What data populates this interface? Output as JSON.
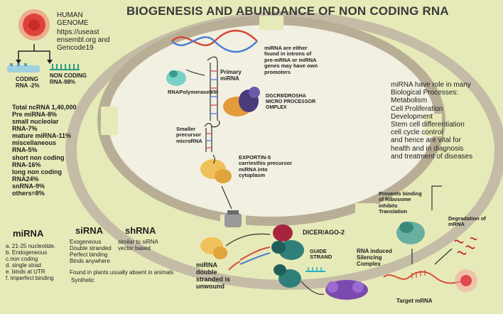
{
  "title": "BIOGENESIS AND ABUNDANCE OF NON CODING RNA",
  "genome": {
    "name": "HUMAN\nGENOME",
    "source": "https://useast\nensembl.org and\nGencode19",
    "coding": "CODING\nRNA -2%",
    "noncoding": "NON CODING\nRNA-98%"
  },
  "abundance": "Total ncRNA 1,40,000\nPre miRNA-8%\nsmall nucleolar\nRNA-7%\nmature miRNA-11%\nmiscellaneous\nRNA-5%\nshort non coding\nRNA-16%\nlong non coding\nRNA24%\nsnRNA-9%\nothers=8%",
  "pathway": {
    "intron_note": "miRNA are either\nfound in introns of\npre-mRNA or miRNA\ngenes may have own\npromoters",
    "polymerase": "RNAPolymeraseII/III",
    "primary": "Primary\nmiRNA",
    "dgcr8": "DGCR8/DROSHA\nMICRO PROCESSOR\nOMPLEX",
    "smaller": "Smaller\nprecursor\nmicroRNA",
    "exportin": "EXPORTIN-5\ncarriesthis precursor\nmiRNA into\ncytoplasm",
    "dicer": "DICER/AGO-2",
    "unwound": "miRNA\ndouble\nstranded is\nunwound",
    "guide": "GUIDE\nSTRAND",
    "risc": "RNA induced\nSilencing\nComplex",
    "target": "Target mRNA",
    "prevents": "Prevents binding\nof Ribosome\ninhibits\nTranslation",
    "degradation": "Degradation of\nmRNA"
  },
  "roles": "miRNA have role in many\nBiological Processes:\nMetabolism\nCell Proliferation\nDevelopment\nStem cell differentiation\ncell cycle control\nand hence are vital for\nhealth and in diagnosis\nand treatment of diseases",
  "comparison": {
    "mirna_head": "miRNA",
    "mirna_items": "a. 21-25 nucleotide.\nb. Endogeneous\nc.non coding\nd. single strad\ne. binds at UTR\nf. imperfect binding",
    "sirna_head": "siRNA",
    "sirna_items": "Exogeneous\nDouble stranded\nPerfect binding\nBinds anywhere",
    "shrna_head": "shRNA",
    "shrna_items": "similar to siRNA\nvector based",
    "shared_note": "Found in plants usually absent in animals",
    "synthetic": "Synthetic"
  },
  "colors": {
    "background": "#e6eab8",
    "cell_ring": "#bdb49e",
    "nucleus": "#f4f2e4",
    "genome_red": "#e0423a",
    "dicer_red": "#a8243e",
    "teal": "#2f7f7a",
    "purple": "#7a4ab0",
    "orange": "#e8a33a"
  }
}
